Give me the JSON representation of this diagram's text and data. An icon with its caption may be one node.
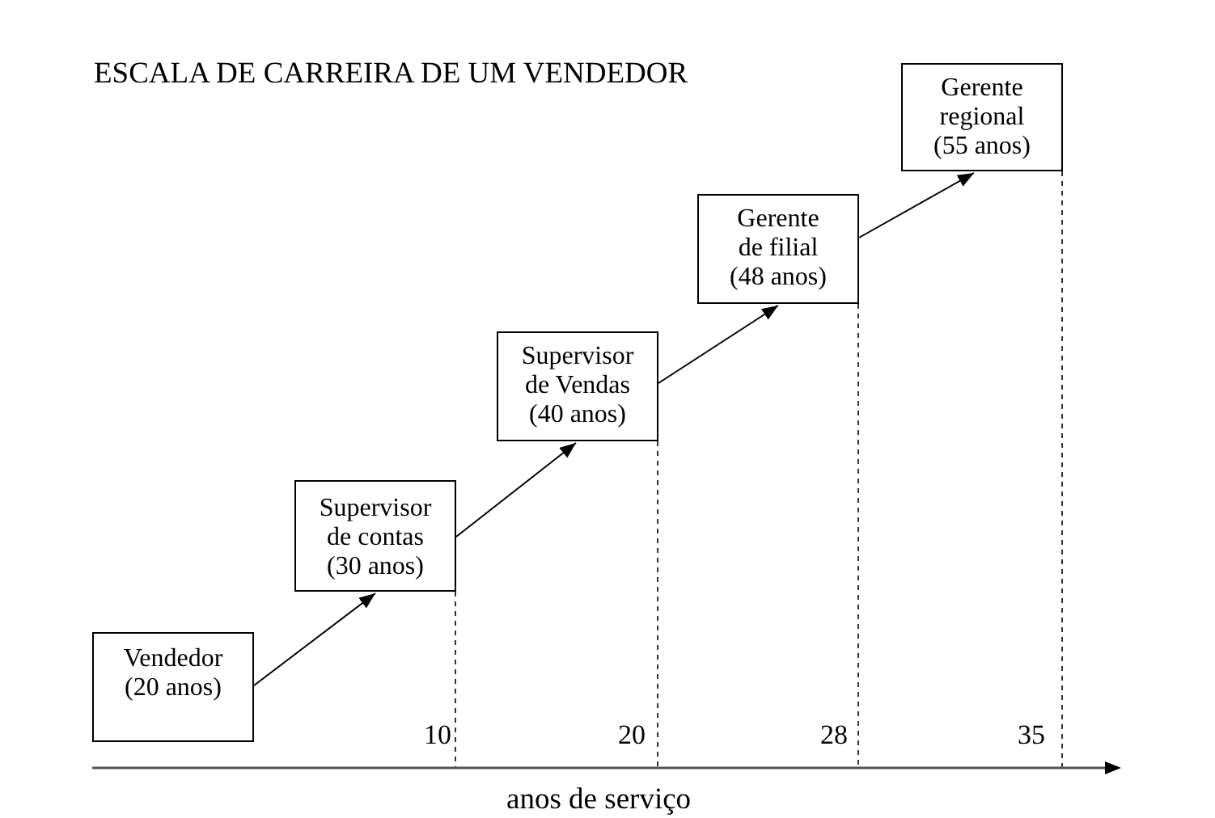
{
  "diagram": {
    "title": "ESCALA DE CARREIRA DE UM VENDEDOR",
    "nodes": [
      {
        "text": [
          "Vendedor",
          "(20 anos)"
        ]
      },
      {
        "text": [
          "Supervisor de contas",
          "(30 anos)"
        ]
      },
      {
        "text": [
          "Supervisor de Vendas",
          "(40 anos)"
        ]
      },
      {
        "text": [
          "Gerente de filial",
          "(48 anos)"
        ]
      },
      {
        "text": [
          "Gerente regional",
          "(55 anos)"
        ]
      }
    ],
    "edges": [
      {
        "from": 0,
        "to": 1,
        "arrow": "to"
      },
      {
        "from": 1,
        "to": 2,
        "arrow": "to"
      },
      {
        "from": 2,
        "to": 3,
        "arrow": "to"
      },
      {
        "from": 3,
        "to": 4,
        "arrow": "to"
      }
    ],
    "labels": [
      "10",
      "20",
      "28",
      "35",
      "anos de serviço"
    ]
  }
}
